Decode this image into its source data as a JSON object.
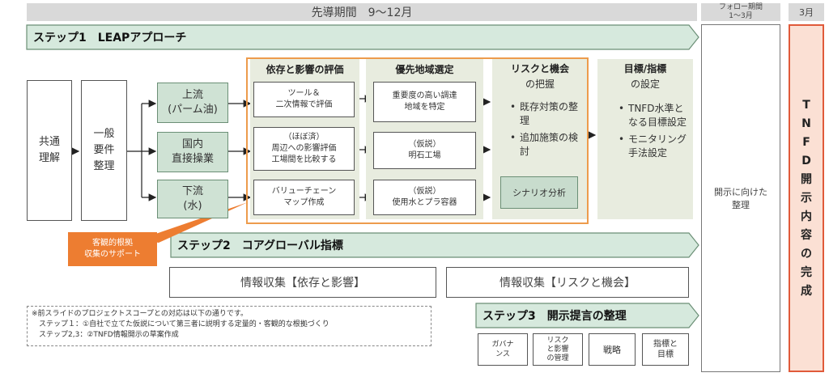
{
  "header": {
    "lead_period": "先導期間　9〜12月",
    "follow_period_line1": "フォロー期間",
    "follow_period_line2": "1〜3月",
    "march": "3月"
  },
  "step1": {
    "title": "ステップ1　LEAPアプローチ"
  },
  "left_boxes": {
    "common": "共通\n理解",
    "general": "一般\n要件\n整理"
  },
  "streams": [
    {
      "label": "上流\n(パーム油)"
    },
    {
      "label": "国内\n直接操業"
    },
    {
      "label": "下流\n(水)"
    }
  ],
  "phases": {
    "evaluate": {
      "title": "依存と影響の評価",
      "items": [
        "ツール＆\n二次情報で評価",
        "（ほぼ済）\n周辺への影響評価\n工場間を比較する",
        "バリューチェーン\nマップ作成"
      ]
    },
    "locate": {
      "title": "優先地域選定",
      "items": [
        "重要度の高い調達\n地域を特定",
        "（仮説）\n明石工場",
        "（仮説）\n使用水とプラ容器"
      ]
    },
    "risk": {
      "title": "リスクと機会",
      "subtitle": "の把握",
      "bullets": [
        "既存対策の整理",
        "追加施策の検討"
      ],
      "scenario": "シナリオ分析"
    },
    "target": {
      "title": "目標/指標",
      "subtitle": "の設定",
      "bullets": [
        "TNFD水準となる目標設定",
        "モニタリング手法設定"
      ]
    }
  },
  "callout": "客観的根拠\n収集のサポート",
  "step2": {
    "title": "ステップ2　コアグローバル指標",
    "info_dep": "情報収集【依存と影響】",
    "info_risk": "情報収集【リスクと機会】"
  },
  "step3": {
    "title": "ステップ3　開示提言の整理",
    "items": [
      "ガバナ\nンス",
      "リスク\nと影響\nの管理",
      "戦略",
      "指標と\n目標"
    ]
  },
  "note": {
    "line1": "※前スライドのプロジェクトスコープとの対応は以下の通りです。",
    "line2": "　ステップ１：①自社で立てた仮説について第三者に説明する定量的・客観的な根拠づくり",
    "line3": "　ステップ2,3：②TNFD情報開示の草案作成"
  },
  "disclosure_prep": "開示に向けた\n整理",
  "final": [
    "T",
    "N",
    "F",
    "D",
    "開",
    "示",
    "内",
    "容",
    "の",
    "完",
    "成"
  ]
}
